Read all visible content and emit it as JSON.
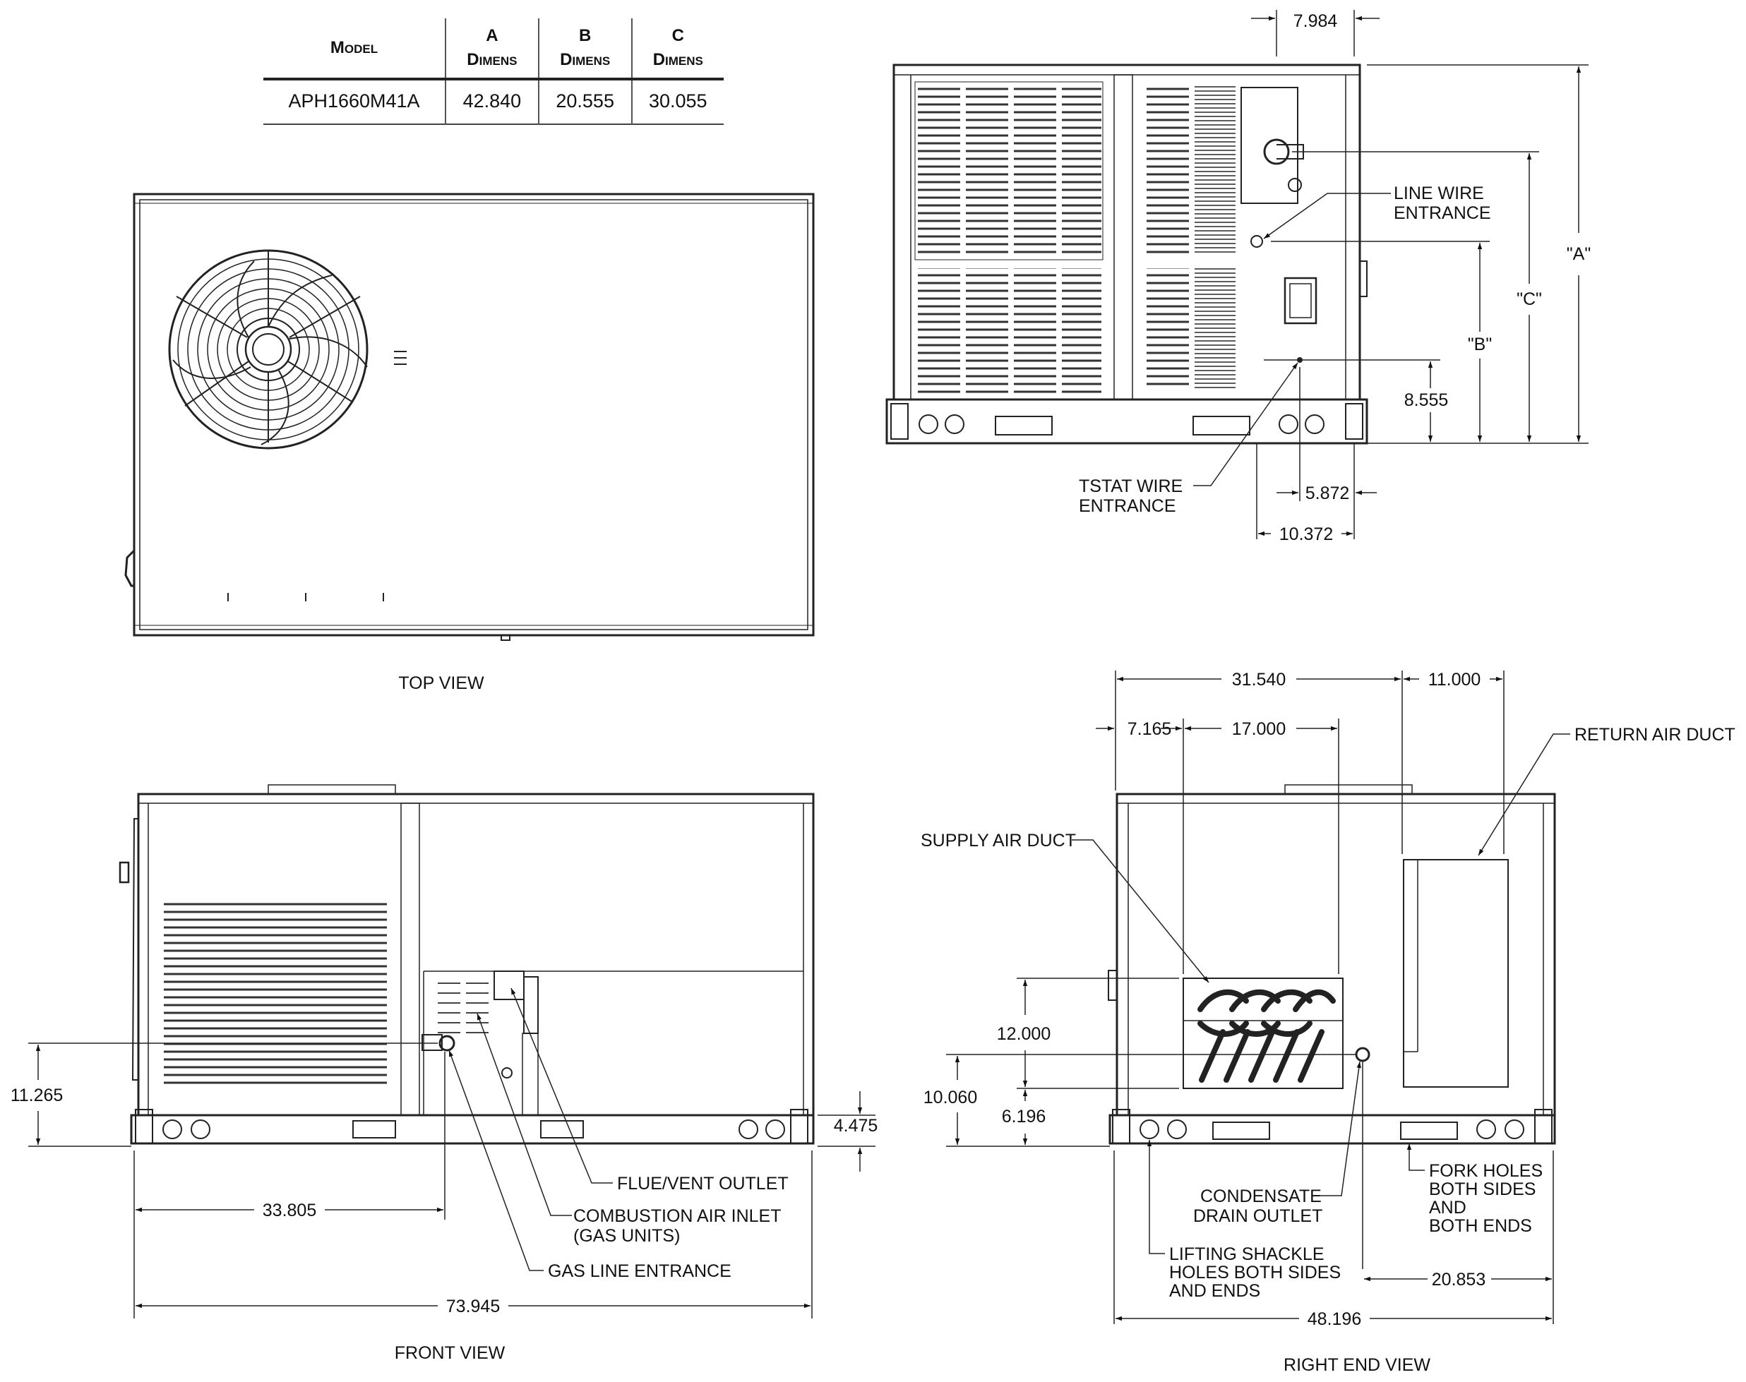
{
  "table": {
    "headers": [
      {
        "line1": "Model",
        "line2": ""
      },
      {
        "line1": "A",
        "line2": "Dimens"
      },
      {
        "line1": "B",
        "line2": "Dimens"
      },
      {
        "line1": "C",
        "line2": "Dimens"
      }
    ],
    "rows": [
      {
        "model": "APH1660M41A",
        "a": "42.840",
        "b": "20.555",
        "c": "30.055"
      }
    ]
  },
  "views": {
    "top": "TOP VIEW",
    "front": "FRONT VIEW",
    "right_end": "RIGHT END VIEW"
  },
  "callouts": {
    "line_wire": [
      "LINE WIRE",
      "ENTRANCE"
    ],
    "tstat_wire": [
      "TSTAT WIRE",
      "ENTRANCE"
    ],
    "supply_air_duct": "SUPPLY AIR DUCT",
    "return_air_duct": "RETURN AIR DUCT",
    "flue_vent": "FLUE/VENT OUTLET",
    "combustion_air": [
      "COMBUSTION AIR INLET",
      "(GAS UNITS)"
    ],
    "gas_line": "GAS LINE ENTRANCE",
    "condensate": [
      "CONDENSATE",
      "DRAIN OUTLET"
    ],
    "fork_holes": [
      "FORK HOLES",
      "BOTH SIDES",
      "AND",
      "BOTH ENDS"
    ],
    "lifting_shackle": [
      "LIFTING SHACKLE",
      "HOLES BOTH SIDES",
      "AND ENDS"
    ]
  },
  "dimensions": {
    "d_7_984": "7.984",
    "d_A": "\"A\"",
    "d_C": "\"C\"",
    "d_B": "\"B\"",
    "d_8_555": "8.555",
    "d_5_872": "5.872",
    "d_10_372": "10.372",
    "d_31_540": "31.540",
    "d_11_000": "11.000",
    "d_7_165": "7.165",
    "d_17_000": "17.000",
    "d_12_000": "12.000",
    "d_10_060": "10.060",
    "d_6_196": "6.196",
    "d_20_853": "20.853",
    "d_48_196": "48.196",
    "d_11_265": "11.265",
    "d_4_475": "4.475",
    "d_33_805": "33.805",
    "d_73_945": "73.945"
  }
}
